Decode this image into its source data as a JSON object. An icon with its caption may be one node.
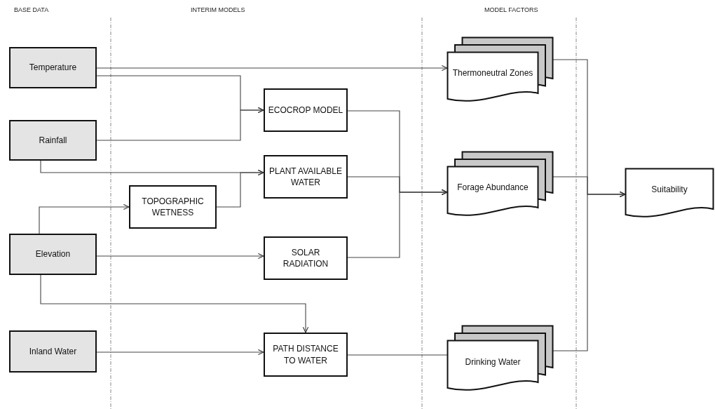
{
  "diagram": {
    "nodes": [
      {
        "text": [
          "Temperature"
        ]
      },
      {
        "text": [
          "Rainfall"
        ]
      },
      {
        "text": [
          "Elevation"
        ]
      },
      {
        "text": [
          "Inland Water"
        ]
      },
      {
        "text": [
          "ECOCROP MODEL"
        ]
      },
      {
        "text": [
          "PLANT AVAILABLE WATER"
        ]
      },
      {
        "text": [
          "TOPOGRAPHIC WETNESS"
        ]
      },
      {
        "text": [
          "SOLAR RADIATION"
        ]
      },
      {
        "text": [
          "PATH DISTANCE TO WATER"
        ]
      },
      {
        "text": [
          "Thermoneutral Zones"
        ]
      },
      {
        "text": [
          "Forage Abundance"
        ]
      },
      {
        "text": [
          "Drinking Water"
        ]
      },
      {
        "text": [
          "Suitability"
        ]
      }
    ],
    "edges": [
      {
        "from": 0,
        "to": 9,
        "arrow": "to"
      },
      {
        "from": 0,
        "to": 4,
        "arrow": "to"
      },
      {
        "from": 1,
        "to": 4,
        "arrow": "to"
      },
      {
        "from": 1,
        "to": 5,
        "arrow": "to"
      },
      {
        "from": 2,
        "to": 6,
        "arrow": "to"
      },
      {
        "from": 6,
        "to": 5,
        "arrow": "to"
      },
      {
        "from": 2,
        "to": 7,
        "arrow": "to"
      },
      {
        "from": 2,
        "to": 8,
        "arrow": "to"
      },
      {
        "from": 3,
        "to": 8,
        "arrow": "to"
      },
      {
        "from": 4,
        "to": 10,
        "arrow": "to"
      },
      {
        "from": 5,
        "to": 10,
        "arrow": "to"
      },
      {
        "from": 7,
        "to": 10,
        "arrow": "to"
      },
      {
        "from": 8,
        "to": 11,
        "arrow": "none"
      },
      {
        "from": 9,
        "to": 12,
        "arrow": "to"
      },
      {
        "from": 10,
        "to": 12,
        "arrow": "to"
      },
      {
        "from": 11,
        "to": 12,
        "arrow": "to"
      }
    ],
    "labels": [
      "BASE DATA",
      "INTERIM MODELS",
      "MODEL FACTORS"
    ]
  }
}
